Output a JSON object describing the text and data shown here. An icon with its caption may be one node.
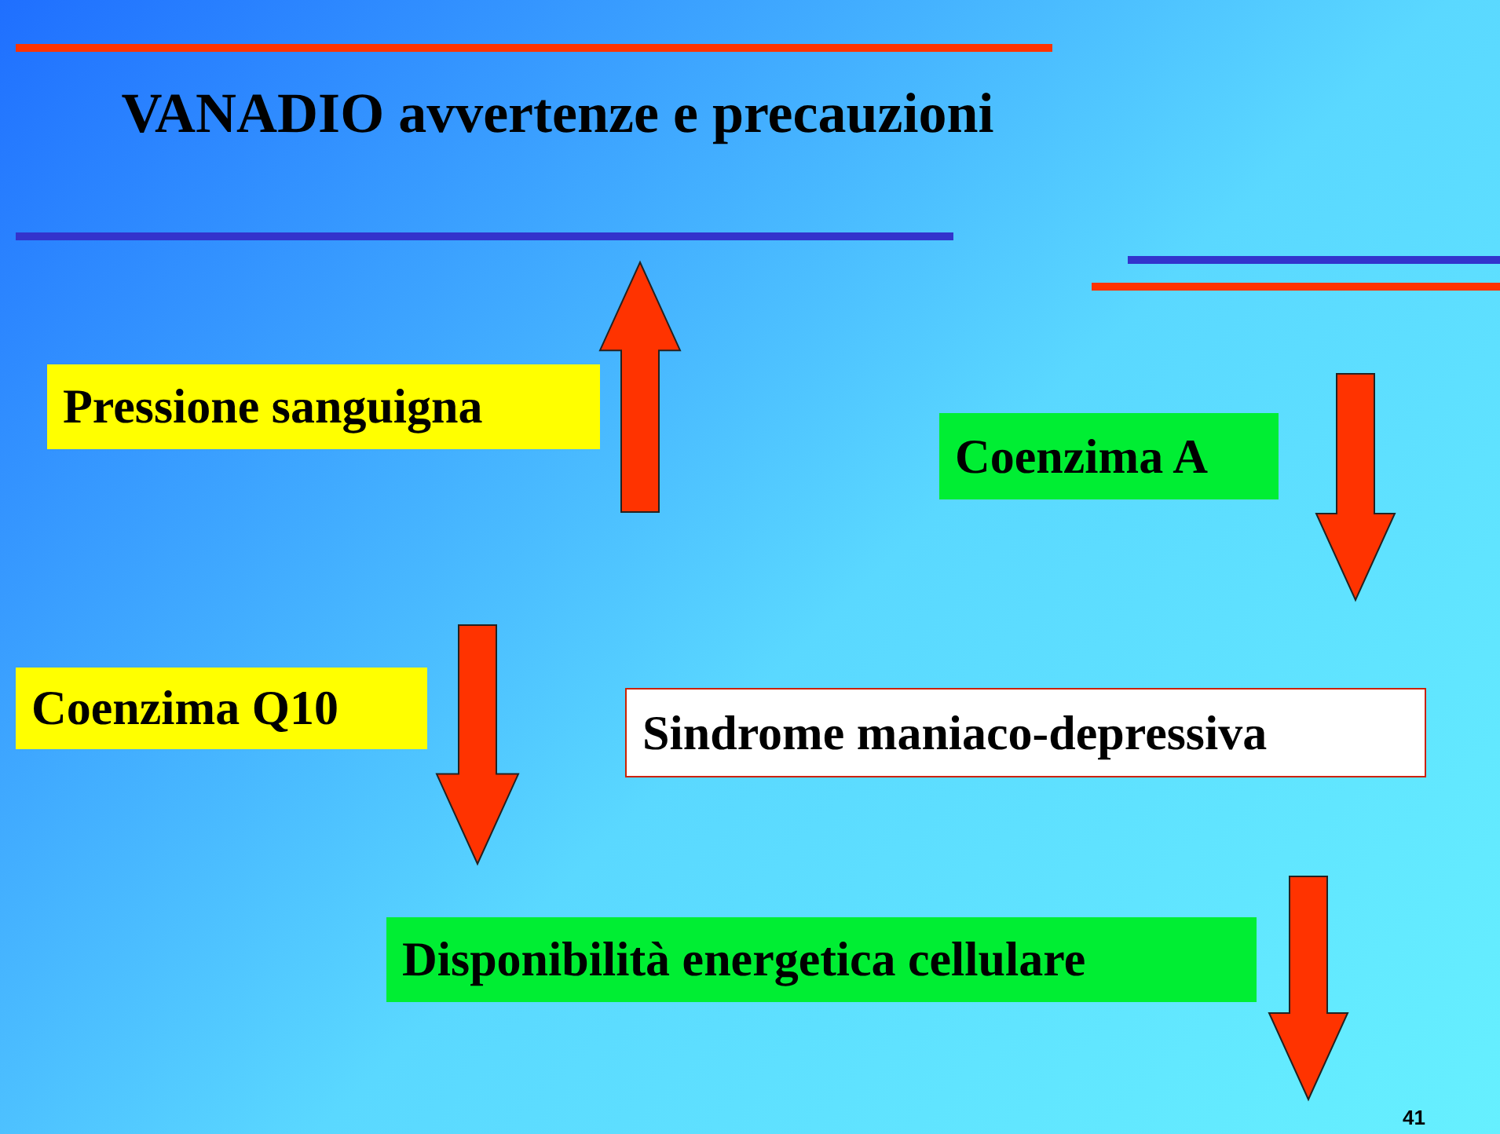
{
  "diagram": {
    "title": "VANADIO avvertenze e precauzioni",
    "nodes": [
      {
        "text": [
          "Pressione sanguigna"
        ]
      },
      {
        "text": [
          "Coenzima A"
        ]
      },
      {
        "text": [
          "Coenzima Q10"
        ]
      },
      {
        "text": [
          "Sindrome maniaco-depressiva"
        ]
      },
      {
        "text": [
          "Disponibilità energetica cellulare"
        ]
      }
    ],
    "edges": [],
    "labels": [
      "41"
    ]
  }
}
